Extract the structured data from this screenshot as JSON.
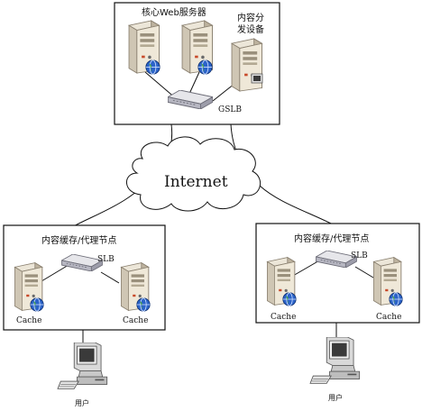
{
  "core": {
    "title": "核心Web服务器",
    "distribution_line1": "内容分",
    "distribution_line2": "发设备",
    "gslb": "GSLB"
  },
  "internet": {
    "label": "Internet"
  },
  "left_node": {
    "title": "内容缓存/代理节点",
    "slb": "SLB",
    "cache_a": "Cache",
    "cache_b": "Cache",
    "user": "用户"
  },
  "right_node": {
    "title": "内容缓存/代理节点",
    "slb": "SLB",
    "cache_a": "Cache",
    "cache_b": "Cache",
    "user": "用户"
  },
  "icons": {
    "server": "server-icon",
    "globe": "globe-icon",
    "switch": "switch-icon",
    "workstation": "workstation-icon",
    "cloud": "cloud-icon"
  },
  "colors": {
    "server_body": "#d8cfbf",
    "server_front": "#efe8d8",
    "globe": "#2c63c8",
    "line": "#111111"
  }
}
